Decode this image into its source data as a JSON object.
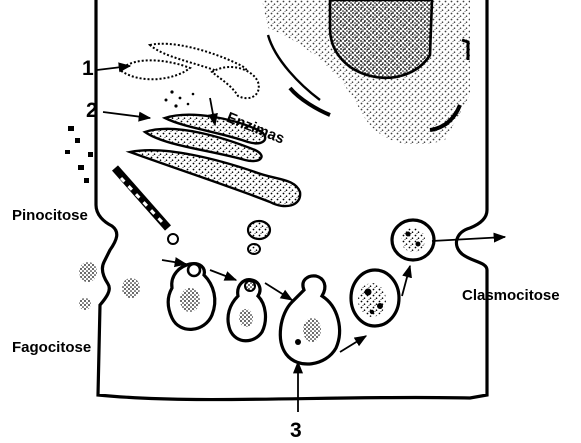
{
  "labels": {
    "marker_1": "1",
    "marker_2": "2",
    "marker_3": "3",
    "enzimas": "Enzimas",
    "pinocitose": "Pinocitose",
    "fagocitose": "Fagocitose",
    "clasmocitose": "Clasmocitose"
  }
}
